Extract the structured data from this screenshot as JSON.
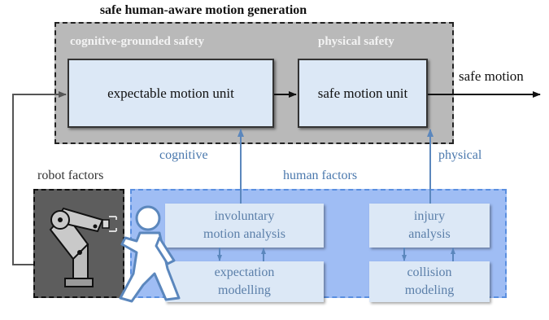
{
  "title": "safe human-aware motion generation",
  "regions": {
    "cognitive_header": "cognitive-grounded safety",
    "physical_header": "physical safety",
    "robot_factors": "robot factors",
    "human_factors": "human factors"
  },
  "units": {
    "expectable": "expectable motion unit",
    "safe": "safe motion unit"
  },
  "output_label": "safe motion",
  "edge_labels": {
    "cognitive": "cognitive",
    "physical": "physical"
  },
  "human_boxes": {
    "involuntary": [
      "involuntary",
      "motion analysis"
    ],
    "expectation": [
      "expectation",
      "modelling"
    ],
    "injury": [
      "injury",
      "analysis"
    ],
    "collision": [
      "collision",
      "modeling"
    ]
  },
  "colors": {
    "safe_region": "#b9b9b9",
    "unit_fill": "#dce8f6",
    "human_region": "#9fbdf4",
    "robot_region": "#5d5d5d",
    "edge_blue": "#5b87bd",
    "edge_gray": "#555555"
  }
}
